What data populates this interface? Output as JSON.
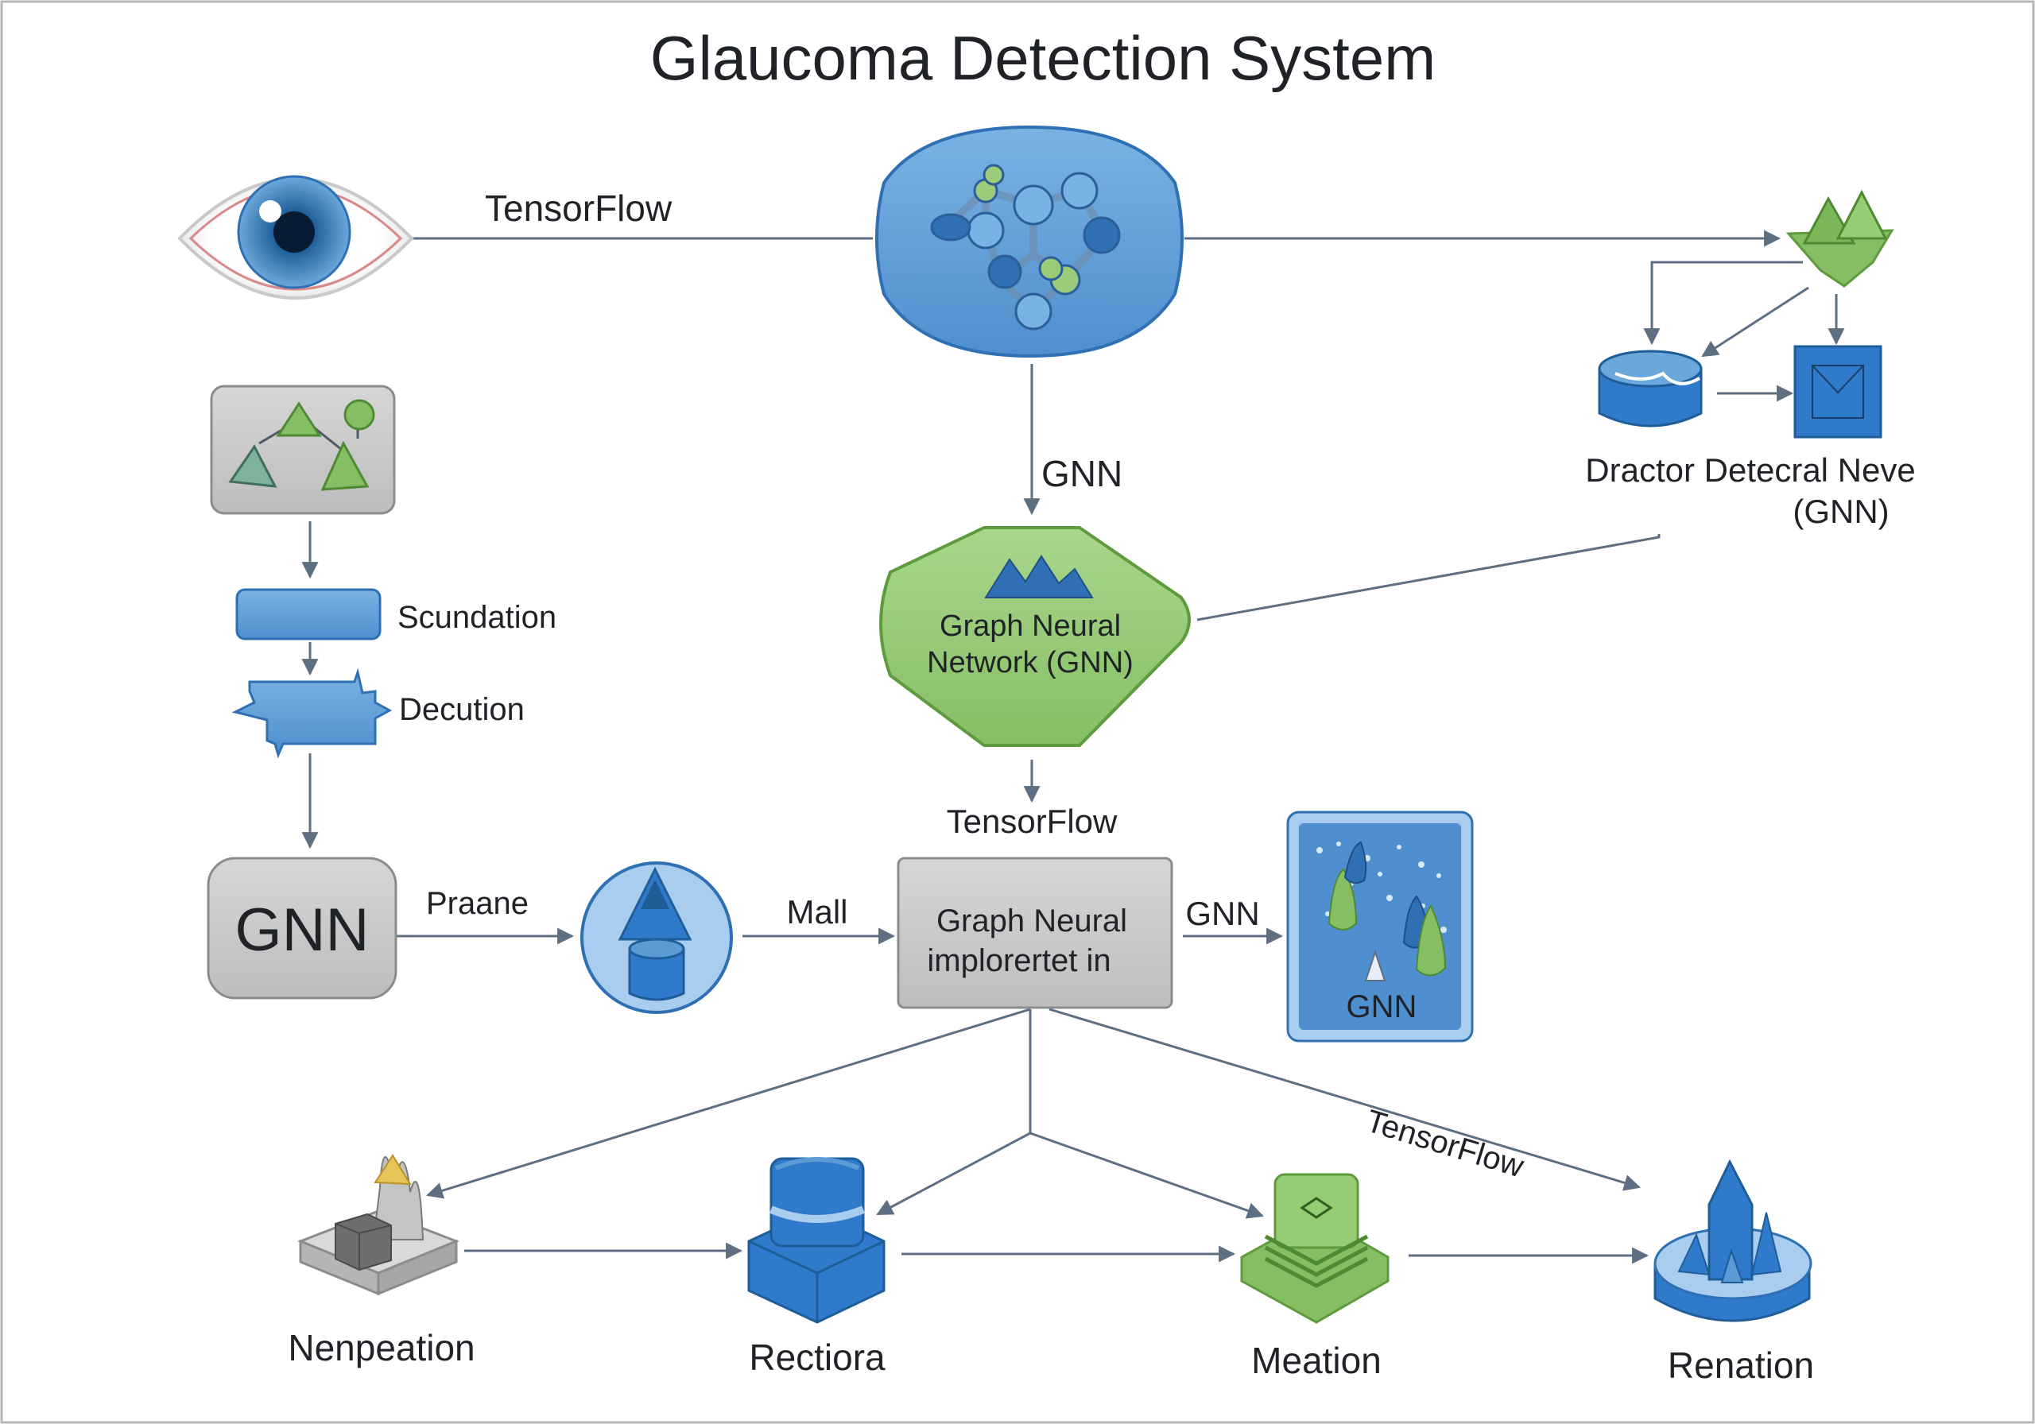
{
  "title": "Glaucoma Detection System",
  "labels": {
    "tensorflow_top": "TensorFlow",
    "gnn_down": "GNN",
    "dractor_line1": "Dractor Detecral Neve",
    "dractor_line2": "(GNN)",
    "gnn_hex_line1": "Graph Neural",
    "gnn_hex_line2": "Network (GNN)",
    "tensorflow_mid": "TensorFlow",
    "scundation": "Scundation",
    "decution": "Decution",
    "gnn_box": "GNN",
    "praane": "Praane",
    "mall": "Mall",
    "impl_line1": "Graph Neural",
    "impl_line2": "implorertet in",
    "gnn_arrow": "GNN",
    "gnn_panel": "GNN",
    "tensorflow_diag": "TensorFlow",
    "nenpeation": "Nenpeation",
    "rectiora": "Rectiora",
    "meation": "Meation",
    "renation": "Renation"
  },
  "colors": {
    "blue": "#5b9bd5",
    "blue_dark": "#2f6fb3",
    "green": "#8cc56a",
    "green_dark": "#5e9a3e",
    "gray": "#c9c9c9",
    "arrow": "#5e6f82",
    "frame": "#b5b5b5"
  }
}
